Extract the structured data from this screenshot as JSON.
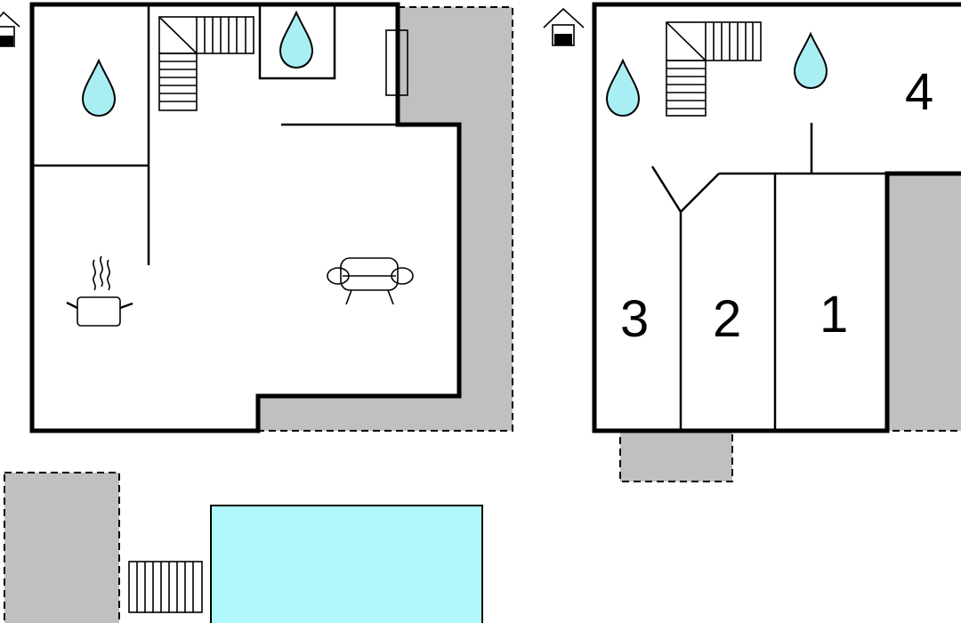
{
  "colors": {
    "wall": "#000000",
    "terrace": "#c0c0c0",
    "water": "#a9eef2",
    "pool": "#b0f8fb",
    "background": "#ffffff"
  },
  "icons": [
    "house-icon",
    "water-drop-icon",
    "stairs-icon",
    "cooking-pot-icon",
    "sofa-icon",
    "deck-steps-icon"
  ],
  "rooms": {
    "bedroom_1": "1",
    "bedroom_2": "2",
    "bedroom_3": "3",
    "room_4": "4"
  }
}
